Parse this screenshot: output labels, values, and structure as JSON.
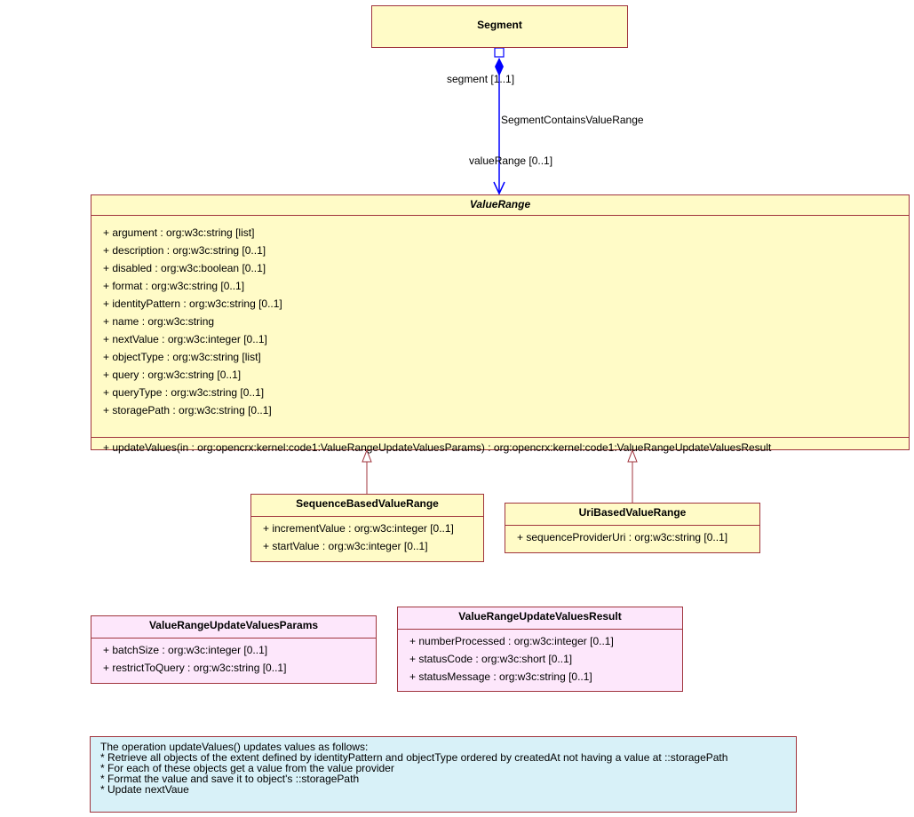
{
  "segment": {
    "name": "Segment"
  },
  "association": {
    "name": "SegmentContainsValueRange",
    "source_end": "segment [1..1]",
    "target_end": "valueRange [0..1]"
  },
  "value_range": {
    "name": "ValueRange",
    "attributes": [
      "+ argument : org:w3c:string [list]",
      "+ description : org:w3c:string [0..1]",
      "+ disabled : org:w3c:boolean [0..1]",
      "+ format : org:w3c:string [0..1]",
      "+ identityPattern : org:w3c:string [0..1]",
      "+ name : org:w3c:string",
      "+ nextValue : org:w3c:integer [0..1]",
      "+ objectType : org:w3c:string [list]",
      "+ query : org:w3c:string [0..1]",
      "+ queryType : org:w3c:string [0..1]",
      "+ storagePath : org:w3c:string [0..1]"
    ],
    "operations": [
      "+ updateValues(in : org:opencrx:kernel:code1:ValueRangeUpdateValuesParams) : org:opencrx:kernel:code1:ValueRangeUpdateValuesResult"
    ]
  },
  "sequence_based": {
    "name": "SequenceBasedValueRange",
    "attributes": [
      "+ incrementValue : org:w3c:integer [0..1]",
      "+ startValue : org:w3c:integer [0..1]"
    ]
  },
  "uri_based": {
    "name": "UriBasedValueRange",
    "attributes": [
      "+ sequenceProviderUri : org:w3c:string [0..1]"
    ]
  },
  "params": {
    "name": "ValueRangeUpdateValuesParams",
    "attributes": [
      "+ batchSize : org:w3c:integer [0..1]",
      "+ restrictToQuery : org:w3c:string [0..1]"
    ]
  },
  "result": {
    "name": "ValueRangeUpdateValuesResult",
    "attributes": [
      "+ numberProcessed : org:w3c:integer [0..1]",
      "+ statusCode : org:w3c:short [0..1]",
      "+ statusMessage : org:w3c:string [0..1]"
    ]
  },
  "note": {
    "lines": [
      "The operation updateValues() updates values as follows:",
      "* Retrieve all objects of the extent defined by identityPattern and objectType ordered by createdAt not having a value at ::storagePath",
      "* For each of these objects get a value from the value provider",
      "* Format the value and save it to object's ::storagePath",
      "* Update nextVaue"
    ]
  },
  "colors": {
    "class_fill": "#fffbc7",
    "data_type_fill": "#fde7fb",
    "note_fill": "#d8f1f8",
    "border": "#a0343d",
    "association": "#0000ff"
  }
}
